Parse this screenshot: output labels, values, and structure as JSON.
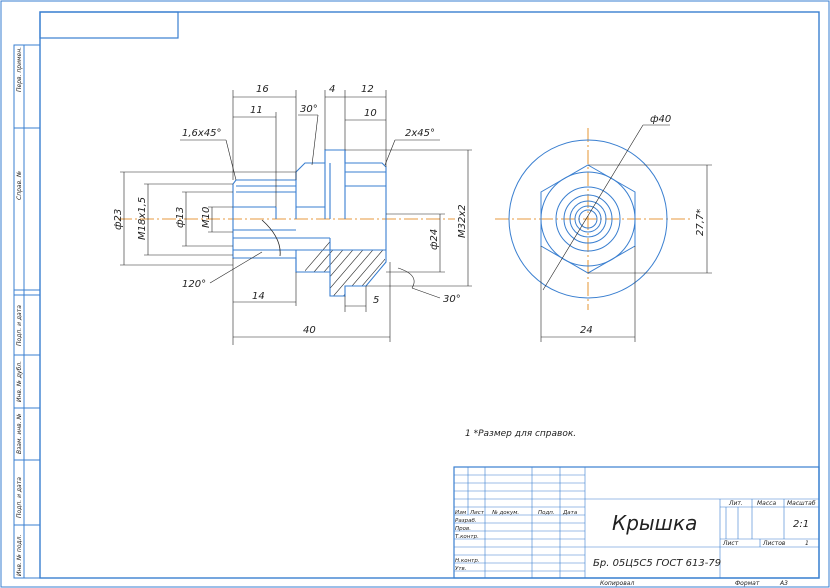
{
  "side_strip": {
    "labels": [
      "Перв. примен.",
      "Справ. №",
      "Подп. и дата",
      "Инв. № дубл.",
      "Взам. инв. №",
      "Подп. и дата",
      "Инв. № подл."
    ]
  },
  "front_view": {
    "dims": {
      "d16": "16",
      "d11": "11",
      "d4": "4",
      "d12": "12",
      "d10": "10",
      "chamfer_left": "1,6x45°",
      "angle_top": "30°",
      "chamfer_right": "2x45°",
      "dia23": "ф23",
      "m18": "M18x1,5",
      "dia13": "ф13",
      "m10": "M10",
      "dia24": "ф24",
      "m32": "M32x2",
      "angle120": "120°",
      "d14": "14",
      "d5": "5",
      "angle_bottom": "30°",
      "d40": "40"
    }
  },
  "side_view": {
    "dims": {
      "dia40": "ф40",
      "d27": "27,7*",
      "d24": "24"
    }
  },
  "note": "1  *Размер для справок.",
  "title_block": {
    "row_headers": [
      "Изм",
      "Лист",
      "№ докум.",
      "Подп.",
      "Дата"
    ],
    "roles": [
      "Разраб.",
      "Пров.",
      "Т.контр.",
      "",
      "Н.контр.",
      "Утв."
    ],
    "part_name": "Крышка",
    "material": "Бр. 05Ц5С5 ГОСТ 613-79",
    "lit_label": "Лит.",
    "mass_label": "Масса",
    "scale_label": "Масштаб",
    "scale_value": "2:1",
    "sheet_label": "Лист",
    "sheets_label": "Листов",
    "sheets_value": "1",
    "copied_label": "Копировал",
    "format_label": "Формат",
    "format_value": "A3"
  }
}
